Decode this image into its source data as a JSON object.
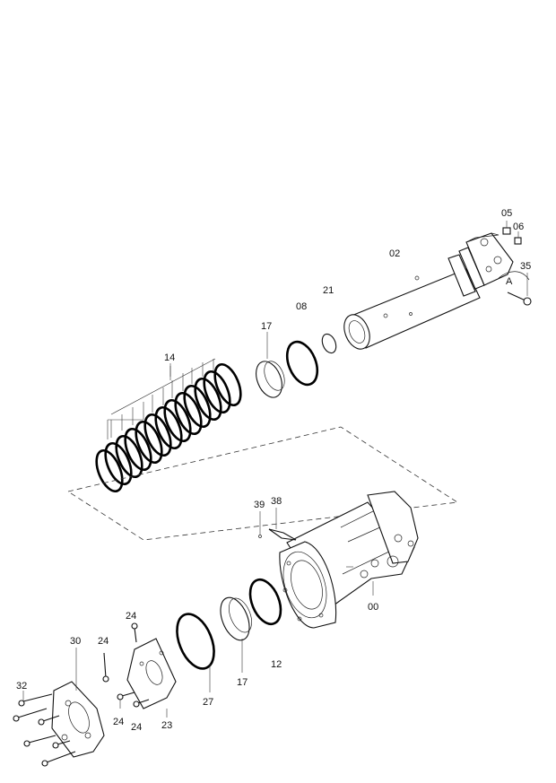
{
  "labels": {
    "l05": "05",
    "l06": "06",
    "l02": "02",
    "l35": "35",
    "lA": "A",
    "l21": "21",
    "l08": "08",
    "l17a": "17",
    "l14": "14",
    "l39": "39",
    "l38": "38",
    "l00": "00",
    "l24a": "24",
    "l24b": "24",
    "l24c": "24",
    "l24d": "24",
    "l30": "30",
    "l27": "27",
    "l17b": "17",
    "l12": "12",
    "l32": "32",
    "l23": "23"
  }
}
